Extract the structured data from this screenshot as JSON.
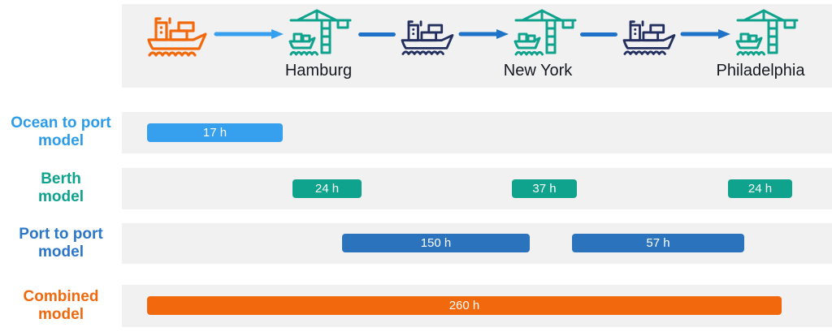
{
  "palette": {
    "band_bg": "#F1F1F2",
    "light_blue": "#369FEE",
    "route_blue": "#1E72C8",
    "navy": "#232F5E",
    "teal": "#0FA28C",
    "mid_blue": "#2C73BE",
    "orange": "#F2690D",
    "city_text": "#16191F",
    "bar_text": "#FFFFFF"
  },
  "timeline": {
    "ports": [
      {
        "name": "Hamburg"
      },
      {
        "name": "New York"
      },
      {
        "name": "Philadelphia"
      }
    ]
  },
  "rows": [
    {
      "label_line1": "Ocean to port",
      "label_line2": "model",
      "label_color": "#2D9CE8",
      "bar_color": "#369FEE",
      "bars": [
        {
          "label": "17 h"
        }
      ]
    },
    {
      "label_line1": "Berth",
      "label_line2": "model",
      "label_color": "#0FA28C",
      "bar_color": "#0FA28C",
      "bars": [
        {
          "label": "24 h"
        },
        {
          "label": "37 h"
        },
        {
          "label": "24 h"
        }
      ]
    },
    {
      "label_line1": "Port to port",
      "label_line2": "model",
      "label_color": "#2B76C8",
      "bar_color": "#2C73BE",
      "bars": [
        {
          "label": "150 h"
        },
        {
          "label": "57 h"
        }
      ]
    },
    {
      "label_line1": "Combined",
      "label_line2": "model",
      "label_color": "#F0690F",
      "bar_color": "#F2690D",
      "bars": [
        {
          "label": "260 h"
        }
      ]
    }
  ],
  "chart_data": {
    "type": "bar",
    "subtype": "timeline-gantt",
    "unit": "hours",
    "route_ports": [
      "Hamburg",
      "New York",
      "Philadelphia"
    ],
    "categories": [
      "Ocean to port model",
      "Berth model",
      "Port to port model",
      "Combined model"
    ],
    "series": [
      {
        "name": "Ocean to port model",
        "segments": [
          {
            "value": 17,
            "label": "17 h",
            "position": "approach to Hamburg"
          }
        ]
      },
      {
        "name": "Berth model",
        "segments": [
          {
            "value": 24,
            "label": "24 h",
            "position": "Hamburg"
          },
          {
            "value": 37,
            "label": "37 h",
            "position": "New York"
          },
          {
            "value": 24,
            "label": "24 h",
            "position": "Philadelphia"
          }
        ]
      },
      {
        "name": "Port to port model",
        "segments": [
          {
            "value": 150,
            "label": "150 h",
            "position": "Hamburg to New York"
          },
          {
            "value": 57,
            "label": "57 h",
            "position": "New York to Philadelphia"
          }
        ]
      },
      {
        "name": "Combined model",
        "segments": [
          {
            "value": 260,
            "label": "260 h",
            "position": "full voyage"
          }
        ]
      }
    ],
    "legend": "none",
    "grid": false
  }
}
